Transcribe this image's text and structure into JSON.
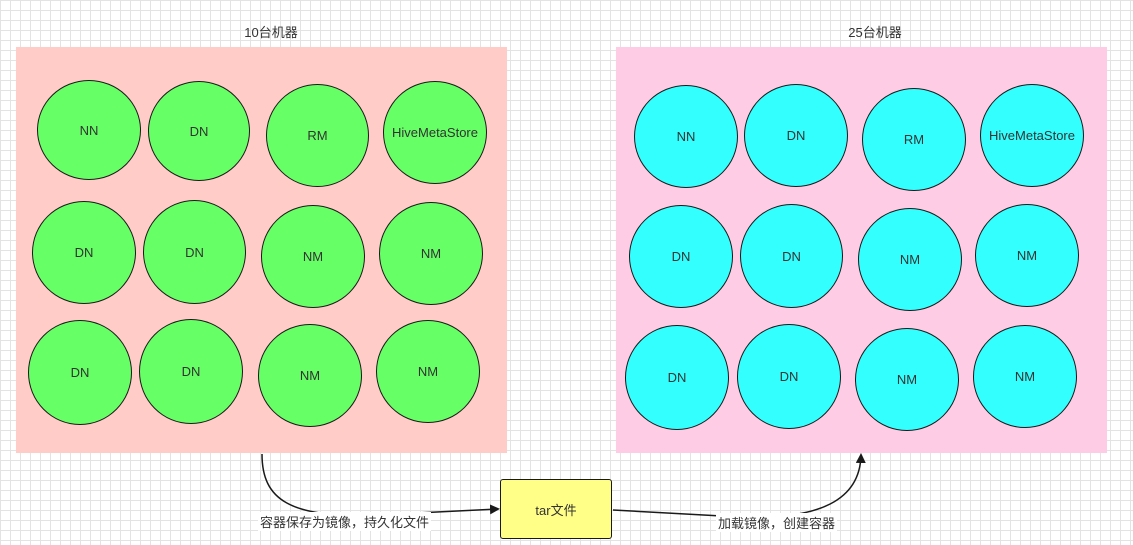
{
  "left_group": {
    "label": "10台机器",
    "bg_color": "#ffccc8",
    "node_color": "#66ff66",
    "rows": [
      [
        "NN",
        "DN",
        "RM",
        "HiveMetaStore"
      ],
      [
        "DN",
        "DN",
        "NM",
        "NM"
      ],
      [
        "DN",
        "DN",
        "NM",
        "NM"
      ]
    ]
  },
  "right_group": {
    "label": "25台机器",
    "bg_color": "#ffcce6",
    "node_color": "#33ffff",
    "rows": [
      [
        "NN",
        "DN",
        "RM",
        "HiveMetaStore"
      ],
      [
        "DN",
        "DN",
        "NM",
        "NM"
      ],
      [
        "DN",
        "DN",
        "NM",
        "NM"
      ]
    ]
  },
  "tar_box": {
    "label": "tar文件",
    "color": "#ffff88"
  },
  "edges": {
    "save_label": "容器保存为镜像，持久化文件",
    "load_label": "加载镜像，创建容器"
  }
}
